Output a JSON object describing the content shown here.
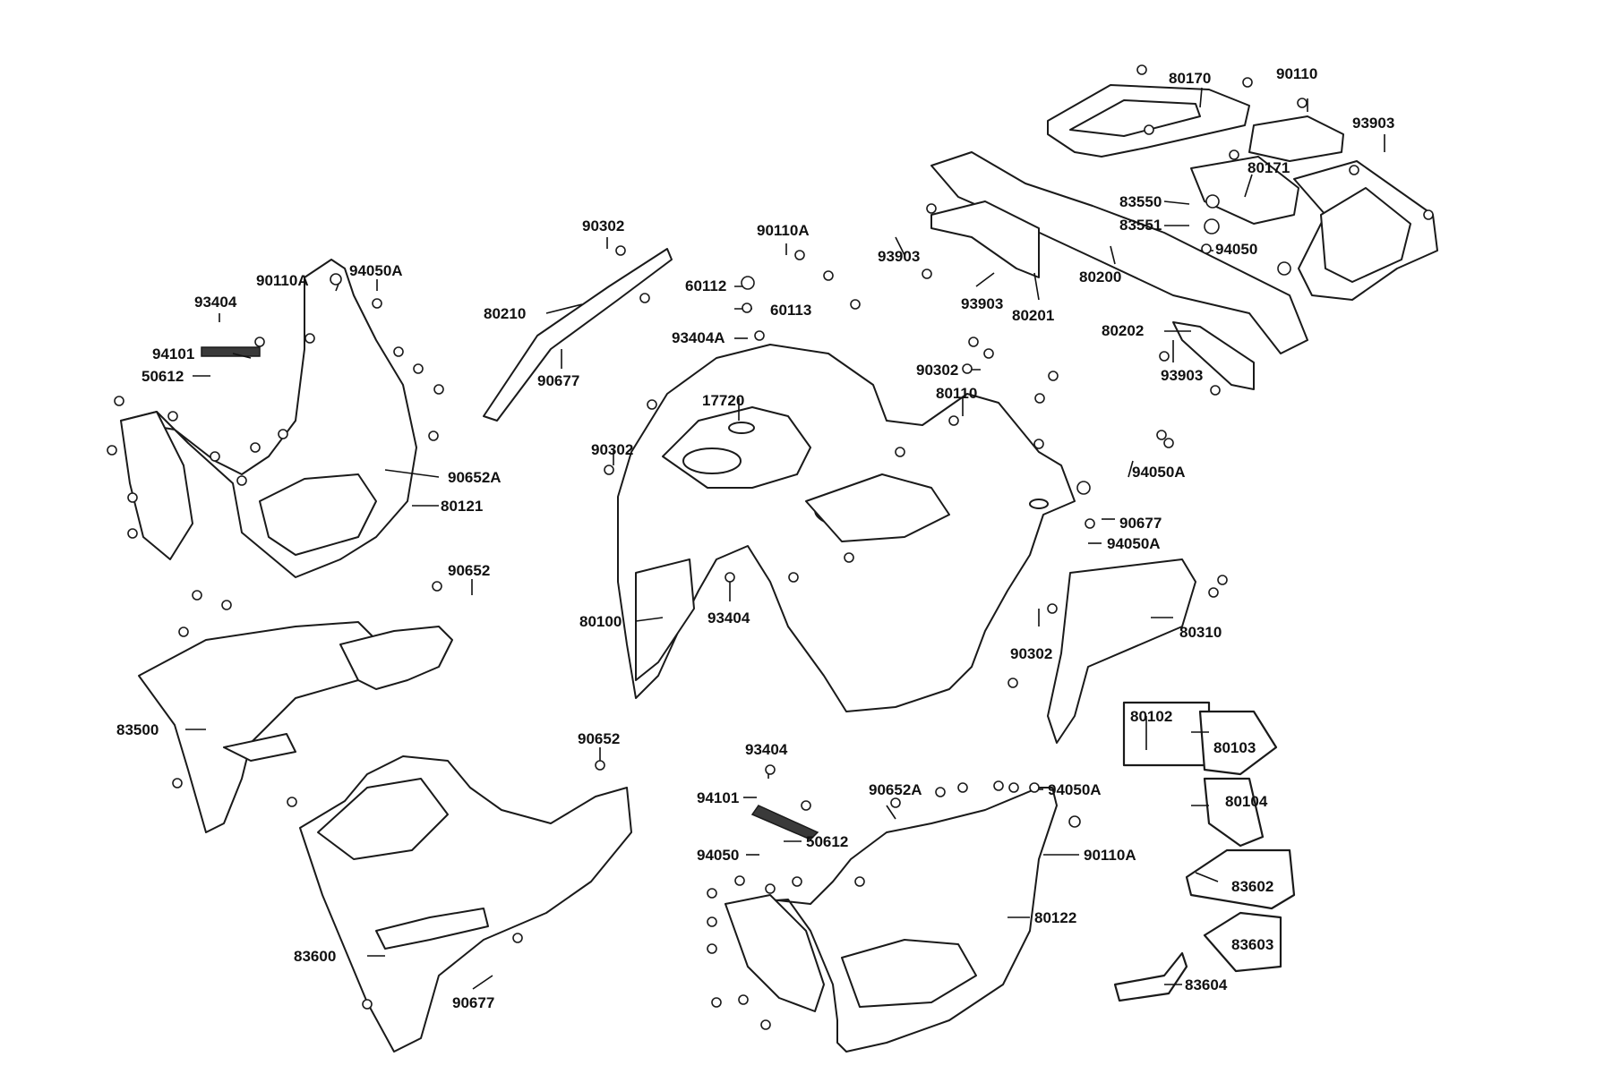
{
  "diagram": {
    "line_color": "#1a1a1a",
    "labels": {
      "l_80170": "80170",
      "l_90110": "90110",
      "l_93903_a": "93903",
      "l_80171": "80171",
      "l_83550": "83550",
      "l_83551": "83551",
      "l_94050_a": "94050",
      "l_80200": "80200",
      "l_80201": "80201",
      "l_93903_b": "93903",
      "l_93903_c": "93903",
      "l_80202": "80202",
      "l_93903_d": "93903",
      "l_90302_a": "90302",
      "l_80210": "80210",
      "l_90677_a": "90677",
      "l_90110a_a": "90110A",
      "l_60112": "60112",
      "l_60113": "60113",
      "l_93404a": "93404A",
      "l_90110a_b": "90110A",
      "l_94050a_a": "94050A",
      "l_93404_a": "93404",
      "l_94101_a": "94101",
      "l_50612_a": "50612",
      "l_90652a_a": "90652A",
      "l_80121": "80121",
      "l_90302_b": "90302",
      "l_80110": "80110",
      "l_17720": "17720",
      "l_90302_c": "90302",
      "l_94050a_b": "94050A",
      "l_90677_b": "90677",
      "l_94050a_c": "94050A",
      "l_80100": "80100",
      "l_93404_b": "93404",
      "l_90652_a": "90652",
      "l_83500": "83500",
      "l_90302_d": "90302",
      "l_80310": "80310",
      "l_80102": "80102",
      "l_80103": "80103",
      "l_80104": "80104",
      "l_83602": "83602",
      "l_83603": "83603",
      "l_83604": "83604",
      "l_90652_b": "90652",
      "l_93404_c": "93404",
      "l_94101_b": "94101",
      "l_50612_b": "50612",
      "l_94050_b": "94050",
      "l_90652a_b": "90652A",
      "l_94050a_d": "94050A",
      "l_90110a_c": "90110A",
      "l_80122": "80122",
      "l_83600": "83600",
      "l_90677_c": "90677"
    }
  }
}
